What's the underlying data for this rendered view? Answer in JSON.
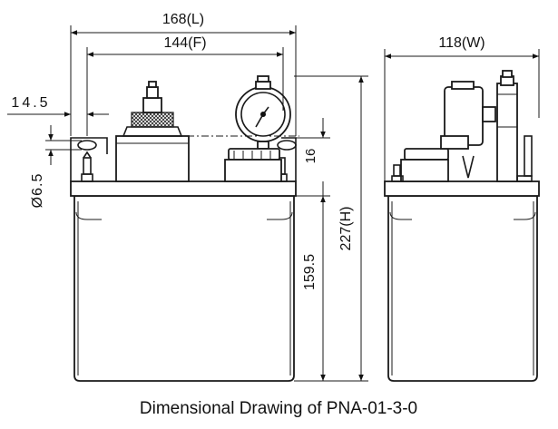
{
  "dimensions": {
    "length": "168(L)",
    "fixing_pitch": "144(F)",
    "width": "118(W)",
    "height": "227(H)",
    "reservoir_height": "159.5",
    "edge_offset": "14.5",
    "hole_diameter": "Ø6.5",
    "flange_height": "16"
  },
  "caption": "Dimensional Drawing of PNA-01-3-0"
}
